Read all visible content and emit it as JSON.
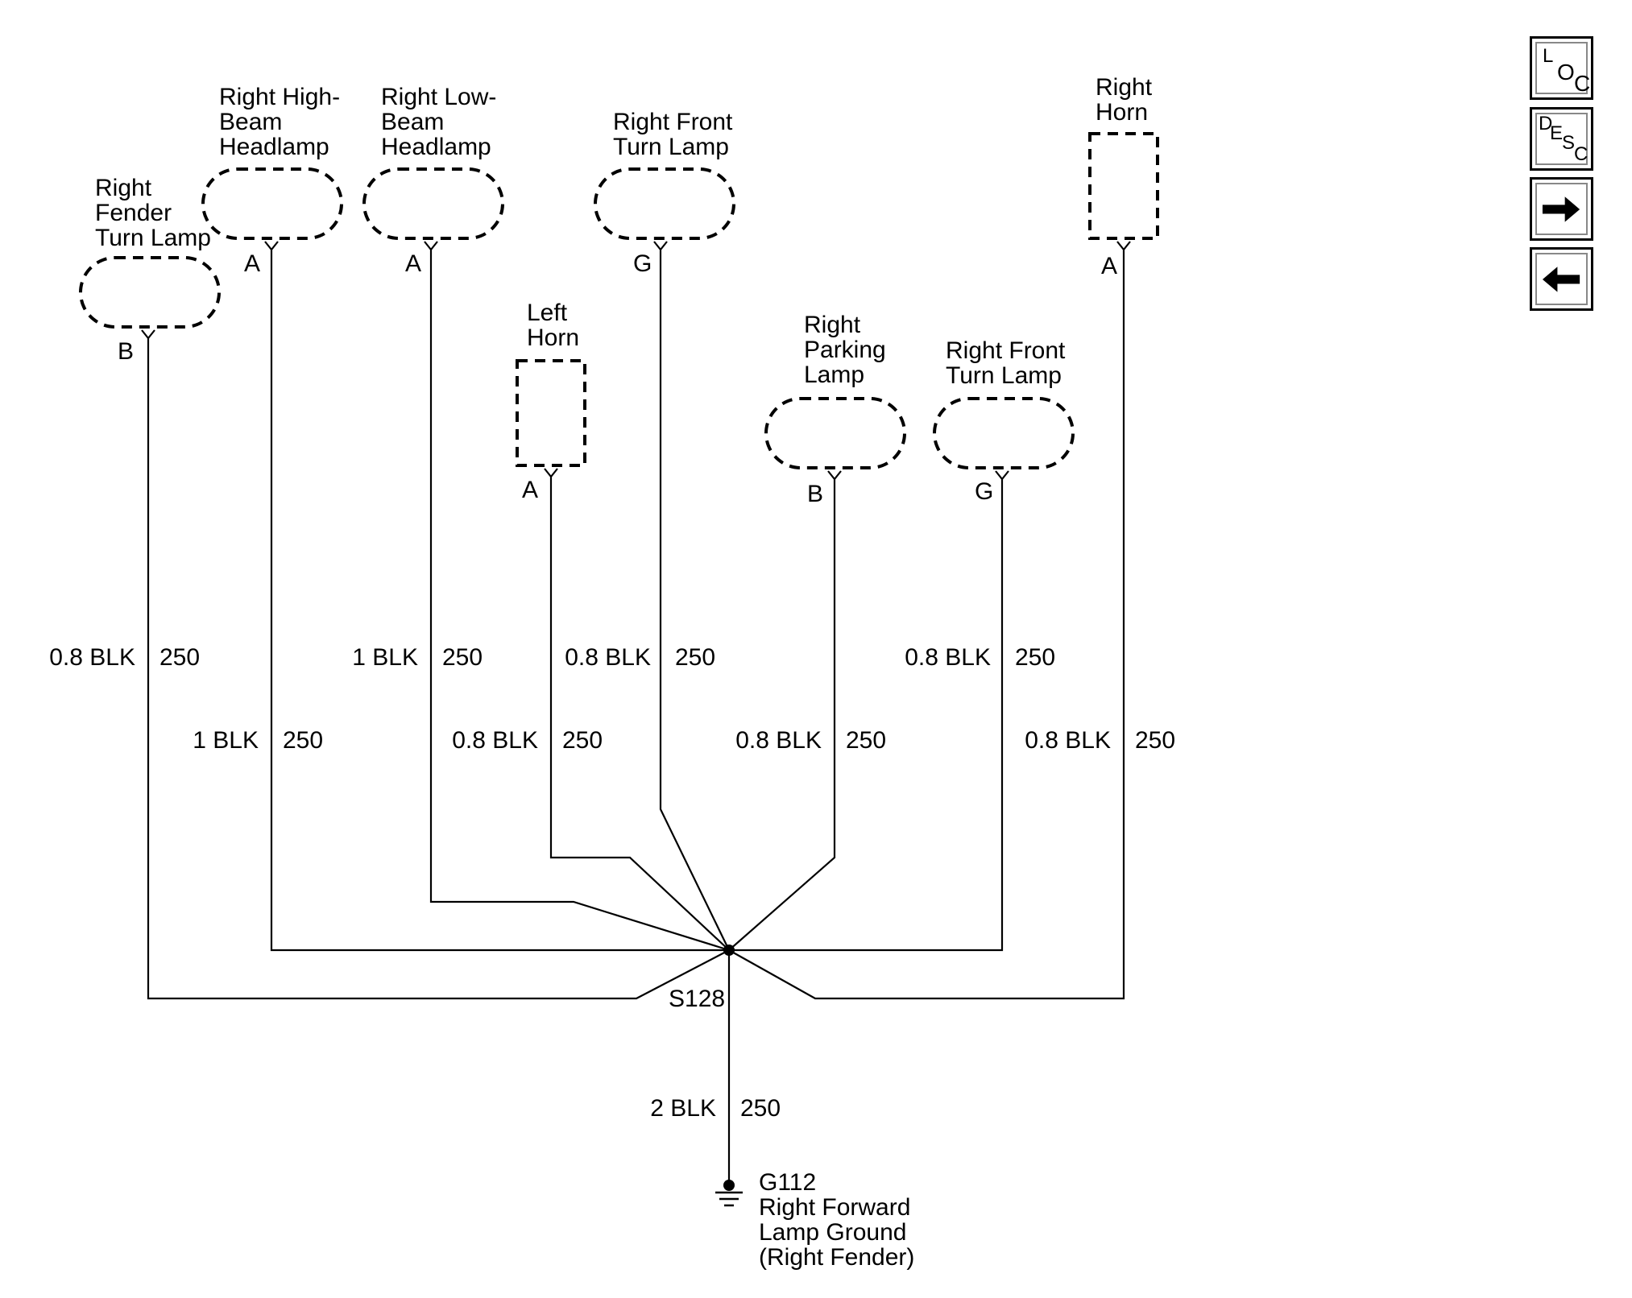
{
  "components": {
    "right_fender_turn_lamp": {
      "label": [
        "Right",
        "Fender",
        "Turn Lamp"
      ],
      "pin": "B"
    },
    "right_high_beam_headlamp": {
      "label": [
        "Right High-",
        "Beam",
        "Headlamp"
      ],
      "pin": "A"
    },
    "right_low_beam_headlamp": {
      "label": [
        "Right Low-",
        "Beam",
        "Headlamp"
      ],
      "pin": "A"
    },
    "right_front_turn_lamp_1": {
      "label": [
        "Right Front",
        "Turn Lamp"
      ],
      "pin": "G"
    },
    "left_horn": {
      "label": [
        "Left",
        "Horn"
      ],
      "pin": "A"
    },
    "right_parking_lamp": {
      "label": [
        "Right",
        "Parking",
        "Lamp"
      ],
      "pin": "B"
    },
    "right_front_turn_lamp_2": {
      "label": [
        "Right Front",
        "Turn Lamp"
      ],
      "pin": "G"
    },
    "right_horn": {
      "label": [
        "Right",
        "Horn"
      ],
      "pin": "A"
    }
  },
  "wires": {
    "fender_turn": {
      "size": "0.8 BLK",
      "circuit": "250"
    },
    "high_beam": {
      "size": "1 BLK",
      "circuit": "250"
    },
    "low_beam": {
      "size": "1 BLK",
      "circuit": "250"
    },
    "left_horn": {
      "size": "0.8 BLK",
      "circuit": "250"
    },
    "front_turn_1": {
      "size": "0.8 BLK",
      "circuit": "250"
    },
    "parking": {
      "size": "0.8 BLK",
      "circuit": "250"
    },
    "front_turn_2": {
      "size": "0.8 BLK",
      "circuit": "250"
    },
    "right_horn": {
      "size": "0.8 BLK",
      "circuit": "250"
    },
    "ground": {
      "size": "2 BLK",
      "circuit": "250"
    }
  },
  "splice": {
    "id": "S128"
  },
  "ground": {
    "label": [
      "G112",
      "Right Forward",
      "Lamp Ground",
      "(Right Fender)"
    ]
  },
  "nav": {
    "loc": [
      "L",
      "O",
      "C"
    ],
    "desc": [
      "D",
      "E",
      "S",
      "C"
    ],
    "next_icon": "right-arrow-icon",
    "prev_icon": "left-arrow-icon"
  }
}
